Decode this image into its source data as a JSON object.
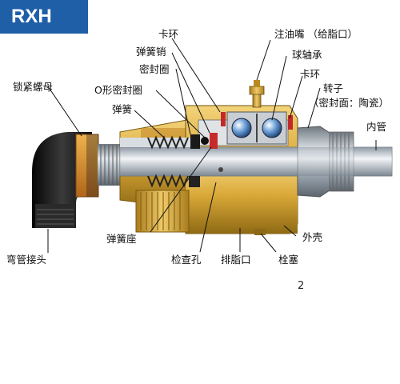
{
  "model": "RXH",
  "labels": {
    "kahuan_top": "卡环",
    "zhuyouzui": "注油嘴 （给脂口）",
    "danhuangxiao": "弹簧销",
    "qiuzhoucheng": "球轴承",
    "mifengquan": "密封圈",
    "kahuan_right": "卡环",
    "suojinluomu": "锁紧螺母",
    "o_mifengquan": "O形密封圈",
    "zhuanzi": "转子",
    "mifengmian": "（密封面：陶瓷）",
    "danhuang": "弹簧",
    "neiguan": "内管",
    "danhuangzuo": "弹簧座",
    "waike": "外壳",
    "wanguanjietou": "弯管接头",
    "jianchakong": "检查孔",
    "paizhikou": "排脂口",
    "shuansai": "栓塞"
  },
  "page_number": "2",
  "colors": {
    "tag_bg": "#1f5fa8",
    "housing_gold": "#d9a838",
    "housing_shadow": "#9c7418",
    "steel": "#9aa4ae",
    "elbow_black": "#1c1c1c",
    "nut_orange": "#d98a2a"
  }
}
